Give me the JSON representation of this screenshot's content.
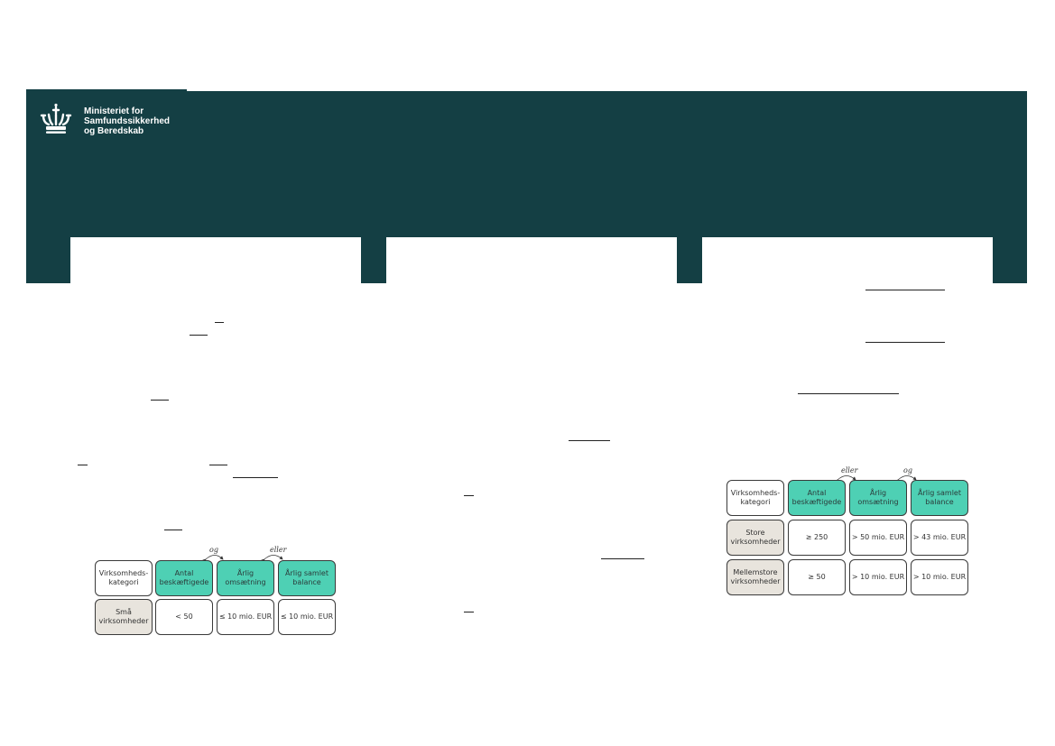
{
  "header": {
    "logo": {
      "icon": "crown-icon",
      "lines": [
        "Ministeriet for",
        "Samfundssikkerhed",
        "og Beredskab"
      ]
    },
    "band_color": "#143f44"
  },
  "table_small": {
    "connectors": [
      "og",
      "eller"
    ],
    "headers": [
      "Virksomheds-\nkategori",
      "Antal\nbeskæftigede",
      "Årlig\nomsætning",
      "Årlig samlet\nbalance"
    ],
    "rows": [
      {
        "category": "Små\nvirksomheder",
        "cells": [
          "< 50",
          "≤ 10 mio. EUR",
          "≤ 10 mio. EUR"
        ]
      }
    ]
  },
  "table_large": {
    "connectors": [
      "eller",
      "og"
    ],
    "headers": [
      "Virksomheds-\nkategori",
      "Antal\nbeskæftigede",
      "Årlig\nomsætning",
      "Årlig samlet\nbalance"
    ],
    "rows": [
      {
        "category": "Store\nvirksomheder",
        "cells": [
          "≥ 250",
          "> 50 mio. EUR",
          "> 43 mio. EUR"
        ]
      },
      {
        "category": "Mellemstore\nvirksomheder",
        "cells": [
          "≥ 50",
          "> 10 mio. EUR",
          "> 10 mio. EUR"
        ]
      }
    ]
  },
  "colors": {
    "accent": "#4ed0b4",
    "category_fill": "#e8e4dd",
    "band": "#143f44"
  }
}
